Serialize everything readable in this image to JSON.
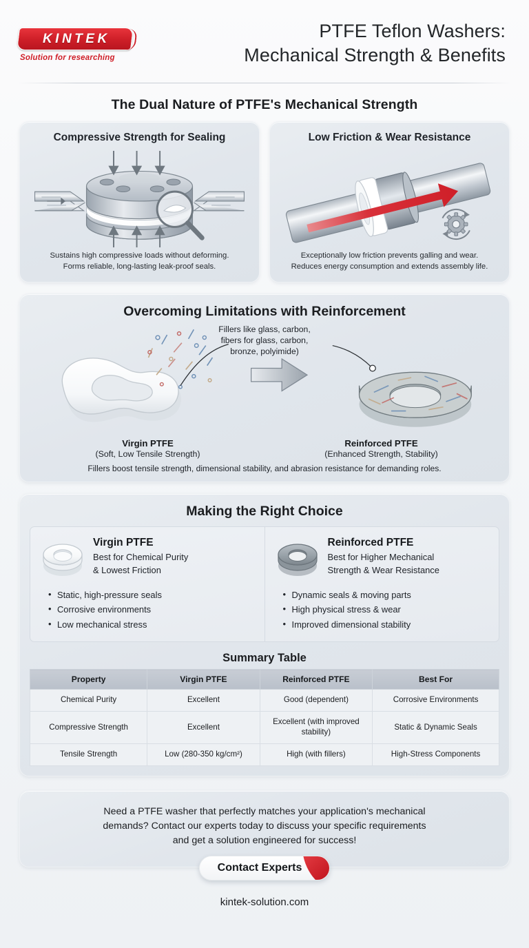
{
  "brand": {
    "logo_text": "KINTEK",
    "logo_tagline": "Solution for researching",
    "accent_red": "#cf1f28",
    "site": "kintek-solution.com"
  },
  "header": {
    "title_line1": "PTFE Teflon Washers:",
    "title_line2": "Mechanical Strength & Benefits"
  },
  "dual": {
    "heading": "The Dual Nature of PTFE's Mechanical Strength",
    "cards": [
      {
        "title": "Compressive Strength for Sealing",
        "illustration": "flange-gasket-compression-diagram",
        "caption_line1": "Sustains high compressive loads without deforming.",
        "caption_line2": "Forms reliable, long-lasting leak-proof seals."
      },
      {
        "title": "Low Friction & Wear Resistance",
        "illustration": "shaft-washer-low-friction-diagram",
        "caption_line1": "Exceptionally low friction prevents galling and wear.",
        "caption_line2": "Reduces energy consumption and extends assembly life."
      }
    ]
  },
  "reinforce": {
    "heading": "Overcoming Limitations with Reinforcement",
    "filler_note_line1": "Fillers like glass, carbon,",
    "filler_note_line2": "fibers for glass, carbon,",
    "filler_note_line3": "bronze, polyimide)",
    "left_label": "Virgin PTFE",
    "left_sub": "(Soft, Low Tensile Strength)",
    "right_label": "Reinforced PTFE",
    "right_sub": "(Enhanced Strength, Stability)",
    "footer": "Fillers boost tensile strength, dimensional stability, and abrasion resistance for demanding roles."
  },
  "choice": {
    "heading": "Making the Right Choice",
    "columns": [
      {
        "title": "Virgin PTFE",
        "subtitle_line1": "Best for Chemical Purity",
        "subtitle_line2": "& Lowest Friction",
        "icon": "white-washer-icon",
        "bullets": [
          "Static, high-pressure seals",
          "Corrosive environments",
          "Low mechanical stress"
        ]
      },
      {
        "title": "Reinforced PTFE",
        "subtitle_line1": "Best for Higher Mechanical",
        "subtitle_line2": "Strength & Wear Resistance",
        "icon": "grey-washer-icon",
        "bullets": [
          "Dynamic seals & moving parts",
          "High physical stress & wear",
          "Improved dimensional stability"
        ]
      }
    ]
  },
  "table": {
    "title": "Summary Table",
    "headers": [
      "Property",
      "Virgin PTFE",
      "Reinforced PTFE",
      "Best For"
    ],
    "rows": [
      [
        "Chemical Purity",
        "Excellent",
        "Good (dependent)",
        "Corrosive Environments"
      ],
      [
        "Compressive Strength",
        "Excellent",
        "Excellent (with improved stability)",
        "Static & Dynamic Seals"
      ],
      [
        "Tensile Strength",
        "Low (280-350 kg/cm²)",
        "High (with fillers)",
        "High-Stress Components"
      ]
    ]
  },
  "cta": {
    "line1": "Need a PTFE washer that perfectly matches your application's mechanical",
    "line2": "demands? Contact our experts today to discuss your specific requirements",
    "line3": "and get a solution engineered for success!",
    "button_label": "Contact Experts"
  }
}
